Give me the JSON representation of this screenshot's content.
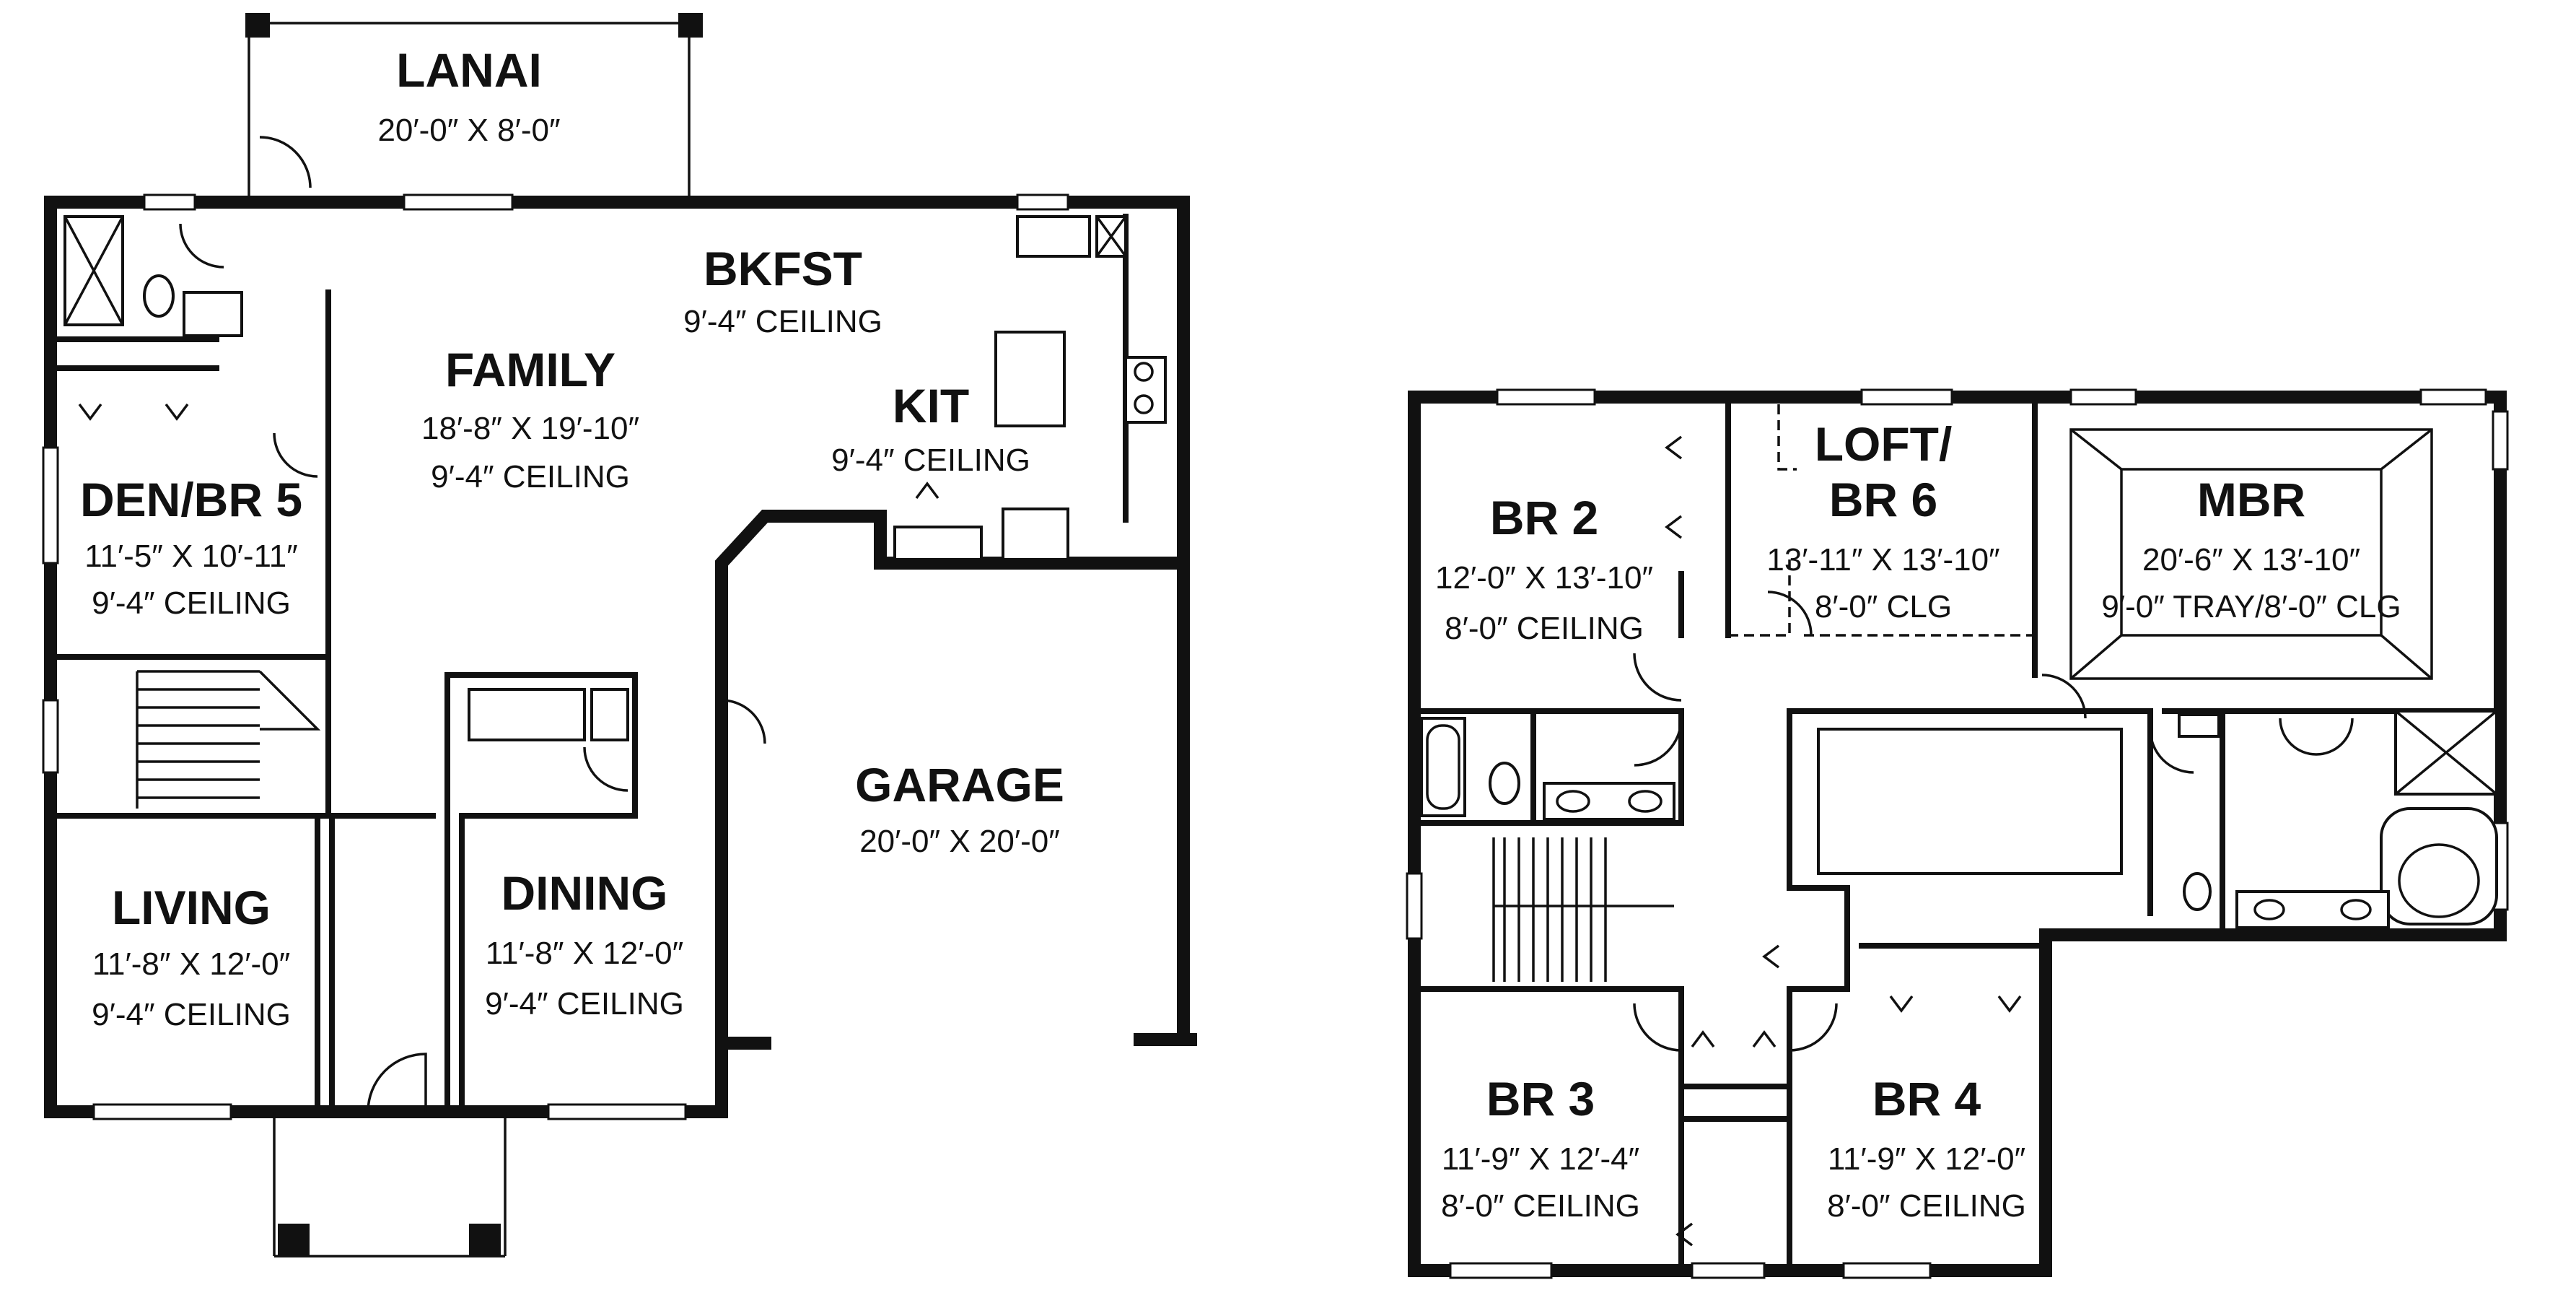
{
  "plan": {
    "line_color": "#111111",
    "background": "#ffffff",
    "first_floor": {
      "rooms": [
        {
          "id": "lanai",
          "name": "LANAI",
          "lines": [
            "20′-0″ X 8′-0″"
          ]
        },
        {
          "id": "family",
          "name": "FAMILY",
          "lines": [
            "18′-8″ X 19′-10″",
            "9′-4″ CEILING"
          ]
        },
        {
          "id": "bkfst",
          "name": "BKFST",
          "lines": [
            "9′-4″ CEILING"
          ]
        },
        {
          "id": "kit",
          "name": "KIT",
          "lines": [
            "9′-4″ CEILING"
          ]
        },
        {
          "id": "den",
          "name": "DEN/BR 5",
          "lines": [
            "11′-5″ X 10′-11″",
            "9′-4″ CEILING"
          ]
        },
        {
          "id": "garage",
          "name": "GARAGE",
          "lines": [
            "20′-0″ X 20′-0″"
          ]
        },
        {
          "id": "living",
          "name": "LIVING",
          "lines": [
            "11′-8″ X 12′-0″",
            "9′-4″ CEILING"
          ]
        },
        {
          "id": "dining",
          "name": "DINING",
          "lines": [
            "11′-8″ X 12′-0″",
            "9′-4″ CEILING"
          ]
        }
      ]
    },
    "second_floor": {
      "rooms": [
        {
          "id": "br2",
          "name": "BR 2",
          "lines": [
            "12′-0″ X 13′-10″",
            "8′-0″ CEILING"
          ]
        },
        {
          "id": "loft",
          "name": "LOFT/",
          "name2": "BR 6",
          "lines": [
            "13′-11″ X 13′-10″",
            "8′-0″ CLG"
          ]
        },
        {
          "id": "mbr",
          "name": "MBR",
          "lines": [
            "20′-6″ X 13′-10″",
            "9′-0″ TRAY/8′-0″ CLG"
          ]
        },
        {
          "id": "br3",
          "name": "BR 3",
          "lines": [
            "11′-9″ X 12′-4″",
            "8′-0″ CEILING"
          ]
        },
        {
          "id": "br4",
          "name": "BR 4",
          "lines": [
            "11′-9″ X 12′-0″",
            "8′-0″ CEILING"
          ]
        }
      ]
    }
  }
}
